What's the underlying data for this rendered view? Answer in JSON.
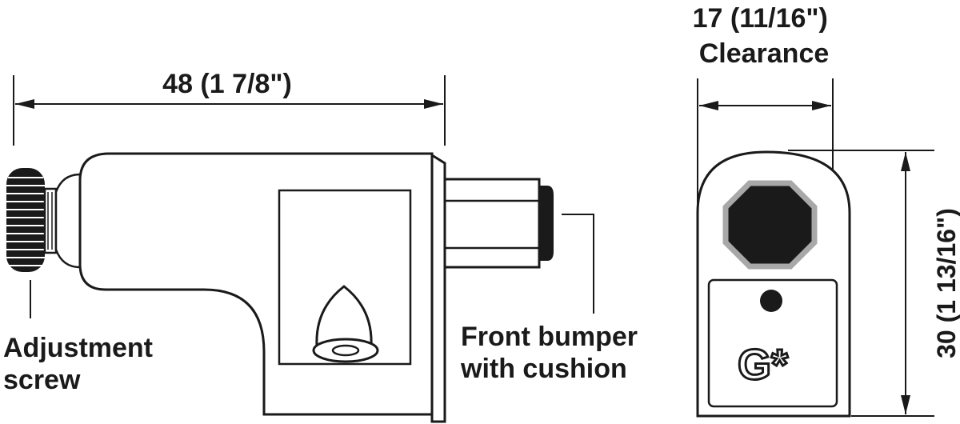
{
  "dimensions": {
    "length": "48 (1 7/8\")",
    "clearance_value": "17 (11/16\")",
    "clearance_label": "Clearance",
    "height": "30 (1 13/16\")"
  },
  "callouts": {
    "adjustment_line1": "Adjustment",
    "adjustment_line2": "screw",
    "bumper_line1": "Front bumper",
    "bumper_line2": "with cushion"
  },
  "logo_text": "G*",
  "colors": {
    "ink": "#1a1a1a",
    "octagon_border": "#a8a8a8"
  }
}
